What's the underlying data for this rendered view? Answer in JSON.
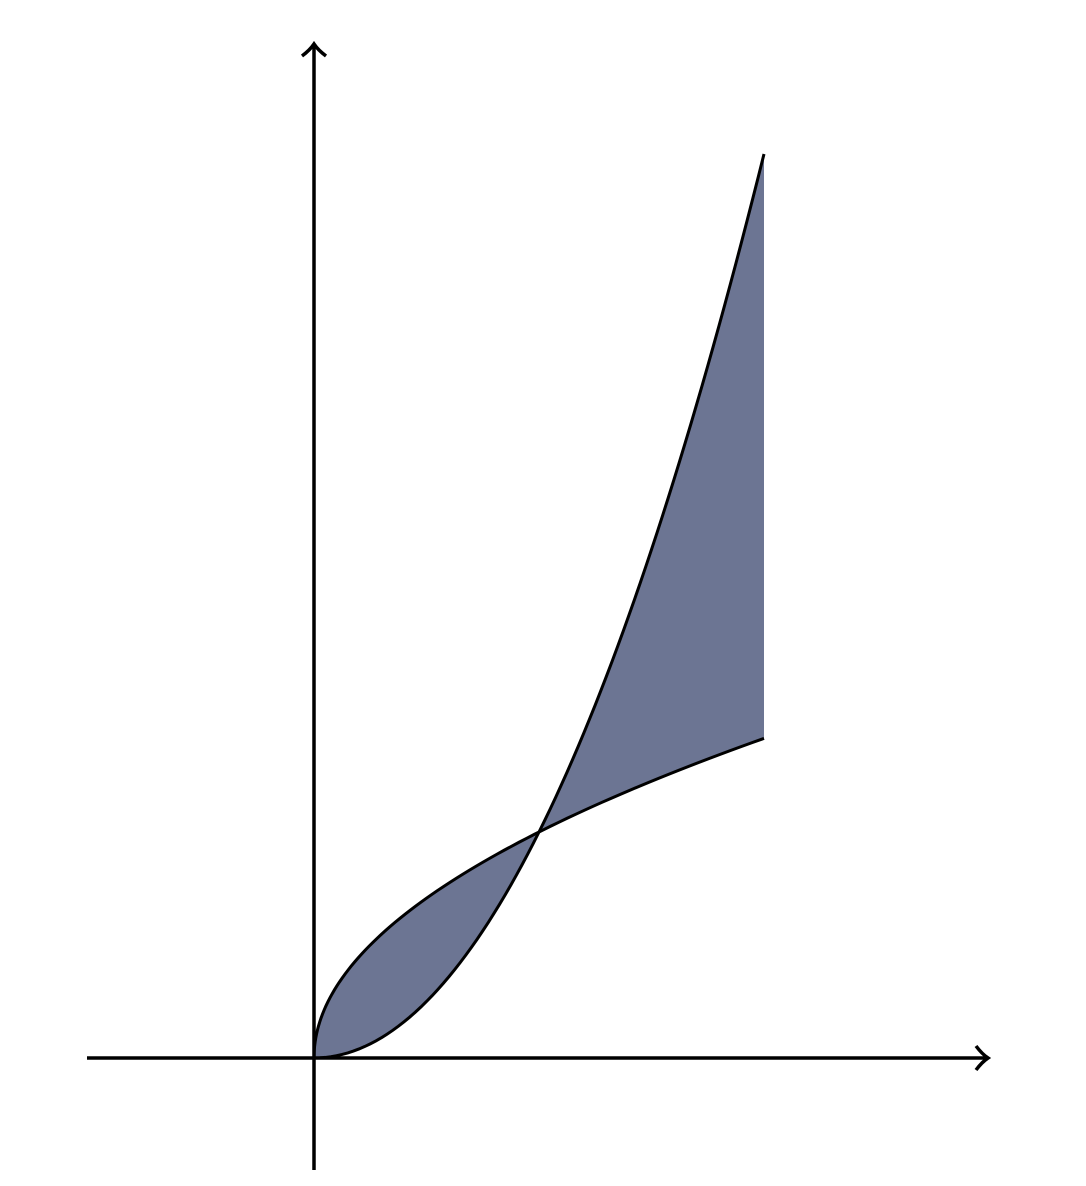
{
  "figure": {
    "description_kind": "region between two curves",
    "colors": {
      "fill": "#6c7593",
      "stroke": "#000000",
      "background": "#ffffff"
    },
    "curves": [
      {
        "id": "upper-left-curve",
        "shape": "sqrt-like"
      },
      {
        "id": "lower-left-curve",
        "shape": "power-like"
      }
    ],
    "domain": [
      0,
      2
    ],
    "intersections": [
      0,
      1
    ],
    "x_range": [
      -1,
      3
    ],
    "y_range": [
      -0.2,
      4
    ]
  }
}
